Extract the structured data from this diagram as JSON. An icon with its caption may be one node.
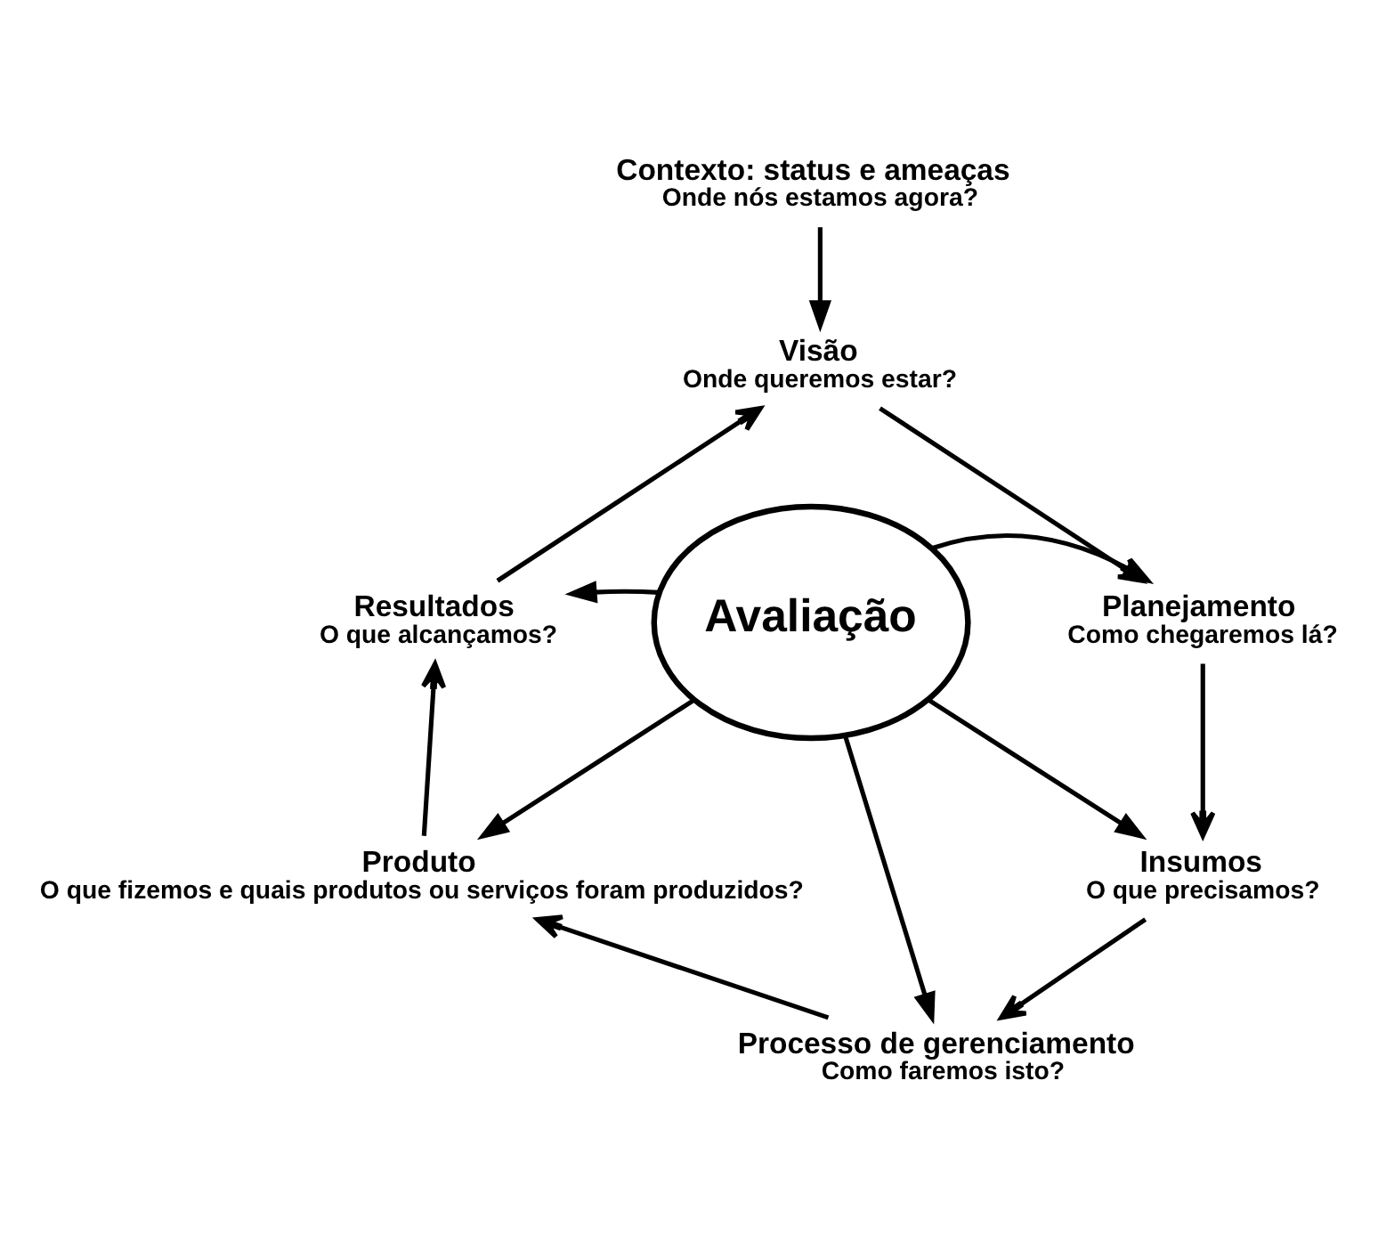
{
  "diagram": {
    "nodes": [
      {
        "text": [
          "Contexto: status e ameaças",
          "Onde nós estamos agora?"
        ]
      },
      {
        "text": [
          "Visão",
          "Onde queremos estar?"
        ]
      },
      {
        "text": [
          "Resultados",
          "O que alcançamos?"
        ]
      },
      {
        "text": [
          "Planejamento",
          "Como chegaremos lá?"
        ]
      },
      {
        "text": [
          "Avaliação"
        ]
      },
      {
        "text": [
          "Produto",
          "O que fizemos e quais produtos ou serviços foram produzidos?"
        ]
      },
      {
        "text": [
          "Insumos",
          "O que precisamos?"
        ]
      },
      {
        "text": [
          "Processo de gerenciamento",
          "Como faremos isto?"
        ]
      }
    ],
    "edges": [
      {
        "from": 0,
        "to": 1,
        "arrow": "to"
      },
      {
        "from": 1,
        "to": 3,
        "arrow": "to"
      },
      {
        "from": 3,
        "to": 6,
        "arrow": "to"
      },
      {
        "from": 6,
        "to": 7,
        "arrow": "to"
      },
      {
        "from": 7,
        "to": 5,
        "arrow": "to"
      },
      {
        "from": 5,
        "to": 2,
        "arrow": "to"
      },
      {
        "from": 2,
        "to": 1,
        "arrow": "to"
      },
      {
        "from": 4,
        "to": 2,
        "arrow": "to"
      },
      {
        "from": 4,
        "to": 3,
        "arrow": "to"
      },
      {
        "from": 4,
        "to": 5,
        "arrow": "to"
      },
      {
        "from": 4,
        "to": 6,
        "arrow": "to"
      },
      {
        "from": 4,
        "to": 7,
        "arrow": "to"
      }
    ]
  }
}
